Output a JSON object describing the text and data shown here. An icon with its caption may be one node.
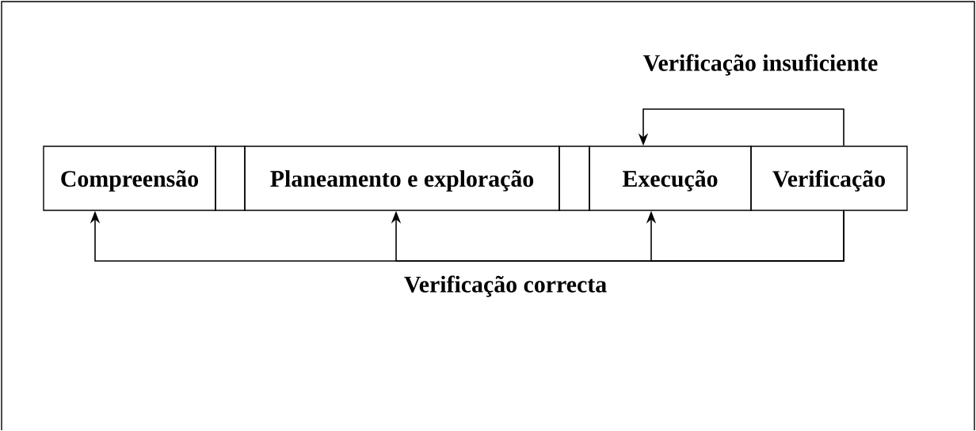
{
  "diagram": {
    "nodes": [
      {
        "text": [
          "Compreensão"
        ]
      },
      {
        "text": [],
        "shape": "box"
      },
      {
        "text": [
          "Planeamento e exploração"
        ]
      },
      {
        "text": [],
        "shape": "box"
      },
      {
        "text": [
          "Execução"
        ]
      },
      {
        "text": [
          "Verificação"
        ]
      }
    ],
    "edges": [
      {
        "from": 5,
        "to": 4,
        "arrow": "to",
        "label": "Verificação insuficiente"
      },
      {
        "from": 5,
        "to": 0,
        "arrow": "to",
        "label": "Verificação correcta"
      },
      {
        "from": 5,
        "to": 2,
        "arrow": "to"
      },
      {
        "from": 5,
        "to": 4,
        "arrow": "to"
      }
    ]
  }
}
